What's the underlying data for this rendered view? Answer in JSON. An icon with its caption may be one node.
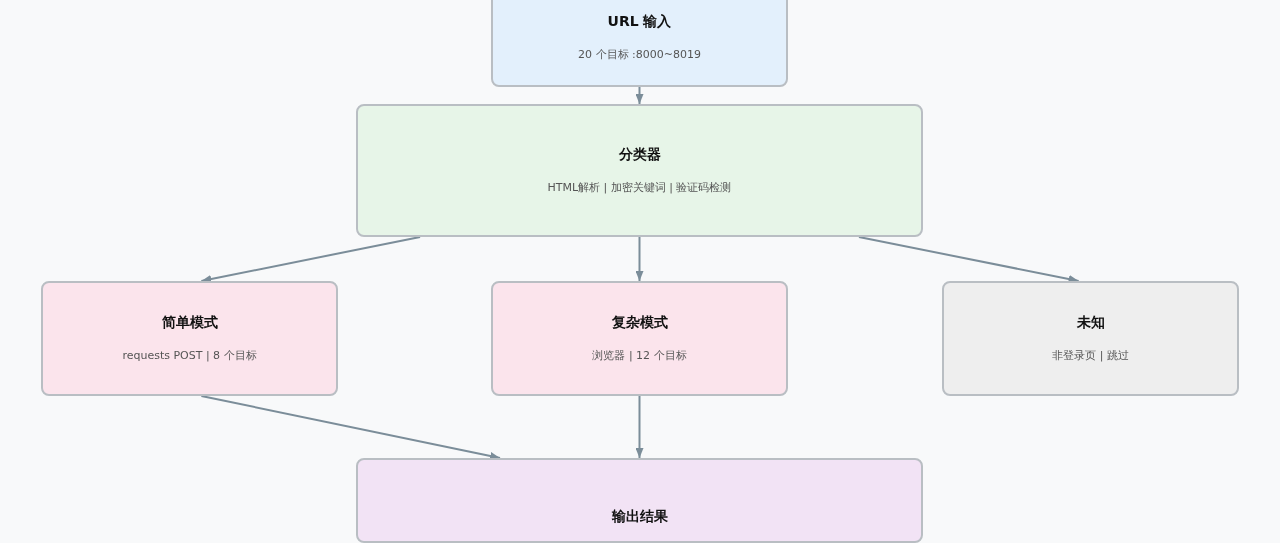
{
  "diagram": {
    "nodes": [
      {
        "text": [
          "URL 输入",
          "20 个目标 :8000~8019"
        ]
      },
      {
        "text": [
          "分类器",
          "HTML解析 | 加密关键词 | 验证码检测"
        ]
      },
      {
        "text": [
          "简单模式",
          "requests POST | 8 个目标"
        ]
      },
      {
        "text": [
          "复杂模式",
          "浏览器 | 12 个目标"
        ]
      },
      {
        "text": [
          "未知",
          "非登录页 | 跳过"
        ]
      },
      {
        "text": [
          "输出结果"
        ]
      }
    ],
    "edges": [
      {
        "from": 0,
        "to": 1,
        "arrow": "to"
      },
      {
        "from": 1,
        "to": 2,
        "arrow": "to"
      },
      {
        "from": 1,
        "to": 3,
        "arrow": "to"
      },
      {
        "from": 1,
        "to": 4,
        "arrow": "to"
      },
      {
        "from": 2,
        "to": 5,
        "arrow": "to"
      },
      {
        "from": 3,
        "to": 5,
        "arrow": "to"
      }
    ]
  }
}
